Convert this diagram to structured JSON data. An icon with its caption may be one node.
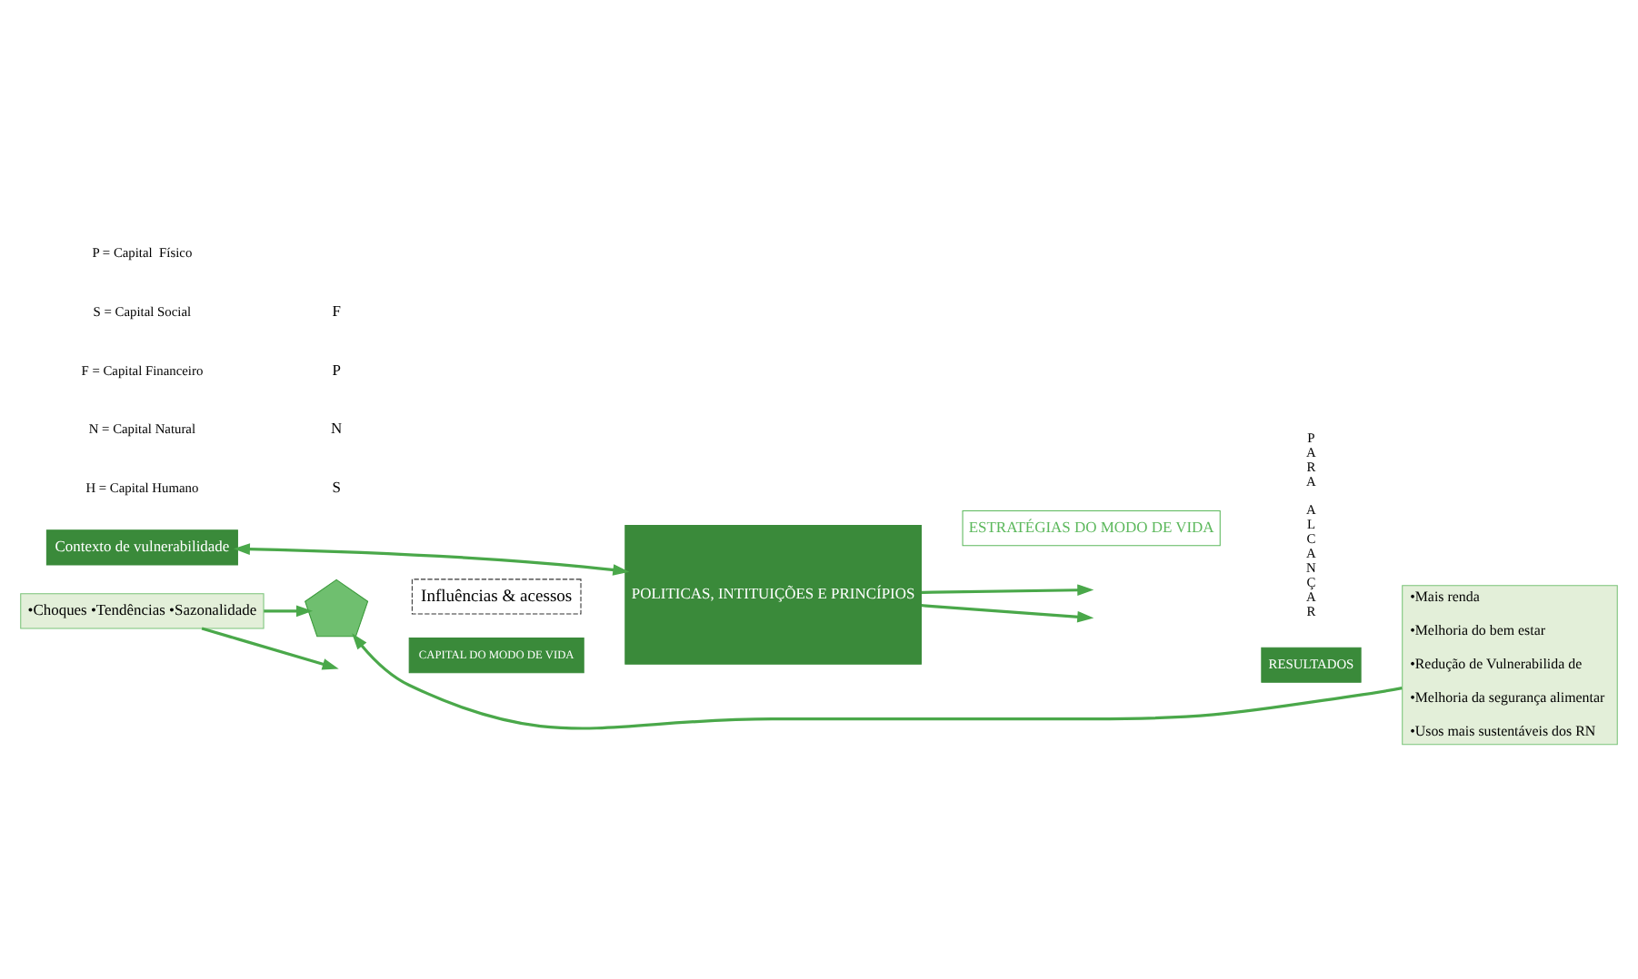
{
  "diagram": {
    "nodes": [
      {
        "text": [
          "Contexto de vulnerabilidade"
        ]
      },
      {
        "text": [
          "•Choques •Tendências •Sazonalidade"
        ]
      },
      {
        "text": [],
        "shape": "pentagon"
      },
      {
        "text": [
          "Influências & acessos"
        ]
      },
      {
        "text": [
          "POLITICAS, INTITUIÇÕES E PRINCÍPIOS"
        ]
      },
      {
        "text": [
          "ESTRATÉGIAS DO MODO DE VIDA"
        ]
      },
      {
        "text": [
          "RESULTADOS"
        ]
      },
      {
        "text": [
          "•Mais renda",
          "•Melhoria do bem estar",
          "•Redução de Vulnerabilida de",
          "•Melhoria da segurança alimentar",
          "•Usos mais sustentáveis dos RN"
        ]
      },
      {
        "text": [
          "CAPITAL DO MODO DE VIDA"
        ]
      }
    ],
    "edges": [
      {
        "from": 4,
        "to": 0,
        "arrow": "both"
      },
      {
        "from": 1,
        "to": 2,
        "arrow": "to"
      },
      {
        "from": 1,
        "to": null,
        "arrow": "to"
      },
      {
        "from": 7,
        "to": 2,
        "arrow": "to"
      },
      {
        "from": 4,
        "to": null,
        "arrow": "to"
      },
      {
        "from": 4,
        "to": null,
        "arrow": "to"
      }
    ],
    "labels": [
      "S",
      "N",
      "P",
      "F",
      "PARA ALCANÇAR",
      "H = Capital Humano",
      "N = Capital Natural",
      "F = Capital Financeiro",
      "S = Capital Social",
      "P = Capital  Físico"
    ]
  }
}
